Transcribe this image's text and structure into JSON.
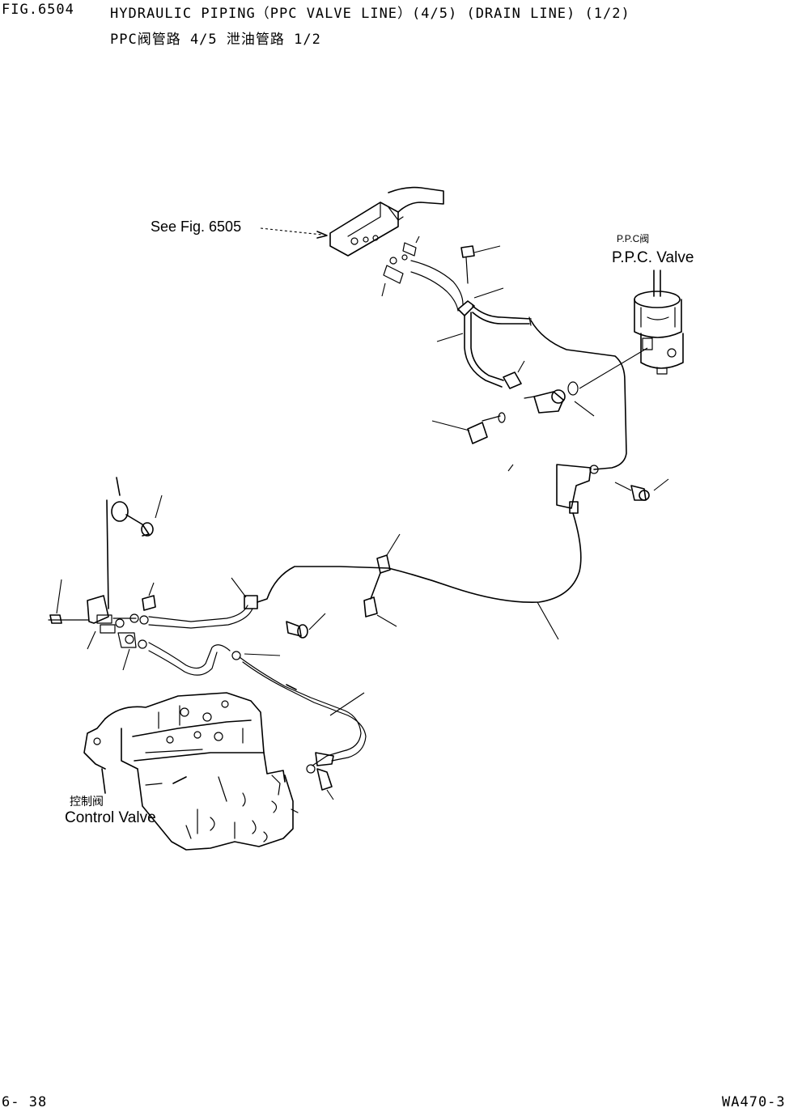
{
  "header": {
    "fig_no": "FIG.6504",
    "title": "HYDRAULIC PIPING（PPC VALVE LINE）(4/5) (DRAIN LINE) (1/2)",
    "subtitle": "PPC阀管路 4/5 泄油管路 1/2"
  },
  "labels": {
    "see_fig": "See Fig. 6505",
    "ppc_valve_cn": "P.P.C阀",
    "ppc_valve_en": "P.P.C. Valve",
    "control_valve_cn": "控制阀",
    "control_valve_en": "Control Valve"
  },
  "footer": {
    "page_no": "6- 38",
    "model": "WA470-3"
  }
}
